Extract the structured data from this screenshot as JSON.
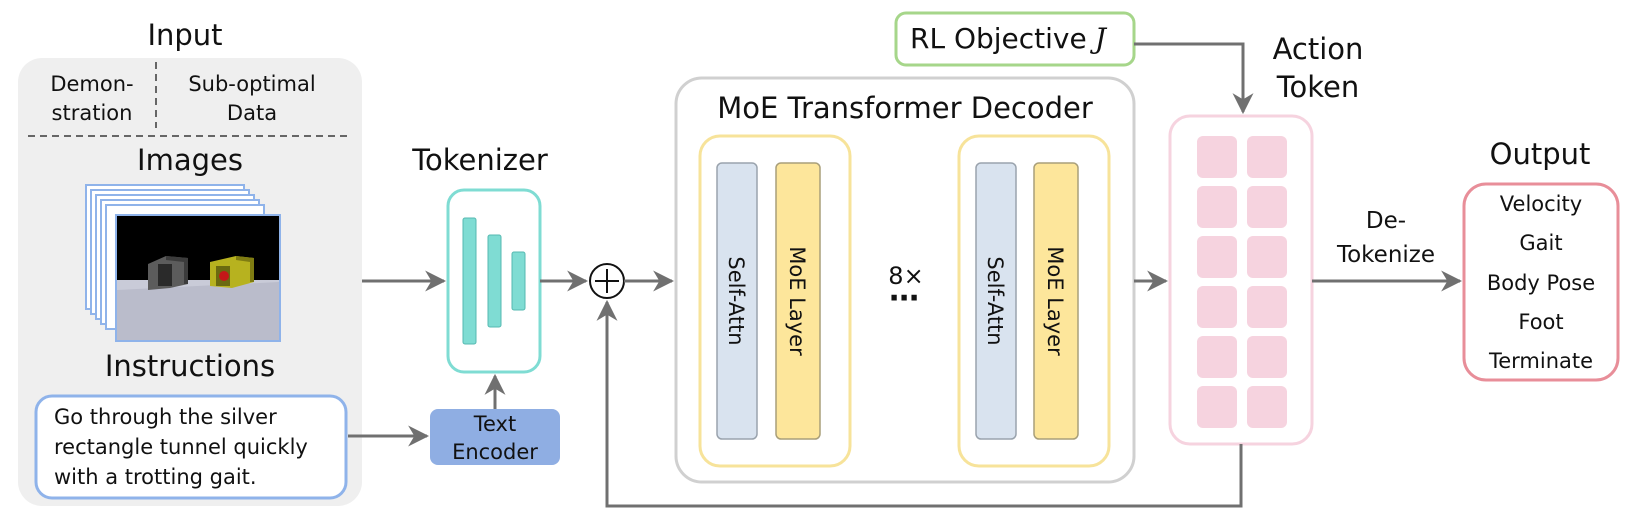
{
  "colors": {
    "panel_bg": "#efefef",
    "tokenizer": "#7fdcd3",
    "text_encoder": "#8faee3",
    "self_attn": "#d9e3ef",
    "moe_layer": "#fde69b",
    "block_border": "#f7e39a",
    "action_token": "#f6d3df",
    "output_border": "#e88e99",
    "rl_border": "#a6d68a",
    "arrow": "#707070"
  },
  "input": {
    "title": "Input",
    "demo_line1": "Demon-",
    "demo_line2": "stration",
    "subopt_line1": "Sub-optimal",
    "subopt_line2": "Data",
    "images_label": "Images",
    "instructions_label": "Instructions",
    "instruction_line1": "Go through the silver",
    "instruction_line2": "rectangle tunnel quickly",
    "instruction_line3": "with a trotting gait."
  },
  "tokenizer": {
    "label": "Tokenizer"
  },
  "text_encoder": {
    "line1": "Text",
    "line2": "Encoder"
  },
  "decoder": {
    "title": "MoE Transformer Decoder",
    "self_attn": "Self-Attn",
    "moe_layer": "MoE Layer",
    "repeat": "8×",
    "ellipsis": "⋯"
  },
  "rl": {
    "label": "RL Objective",
    "symbol": "J"
  },
  "action_token": {
    "line1": "Action",
    "line2": "Token"
  },
  "detokenize": {
    "line1": "De-",
    "line2": "Tokenize"
  },
  "output": {
    "title": "Output",
    "items": [
      "Velocity",
      "Gait",
      "Body Pose",
      "Foot",
      "Terminate"
    ]
  }
}
